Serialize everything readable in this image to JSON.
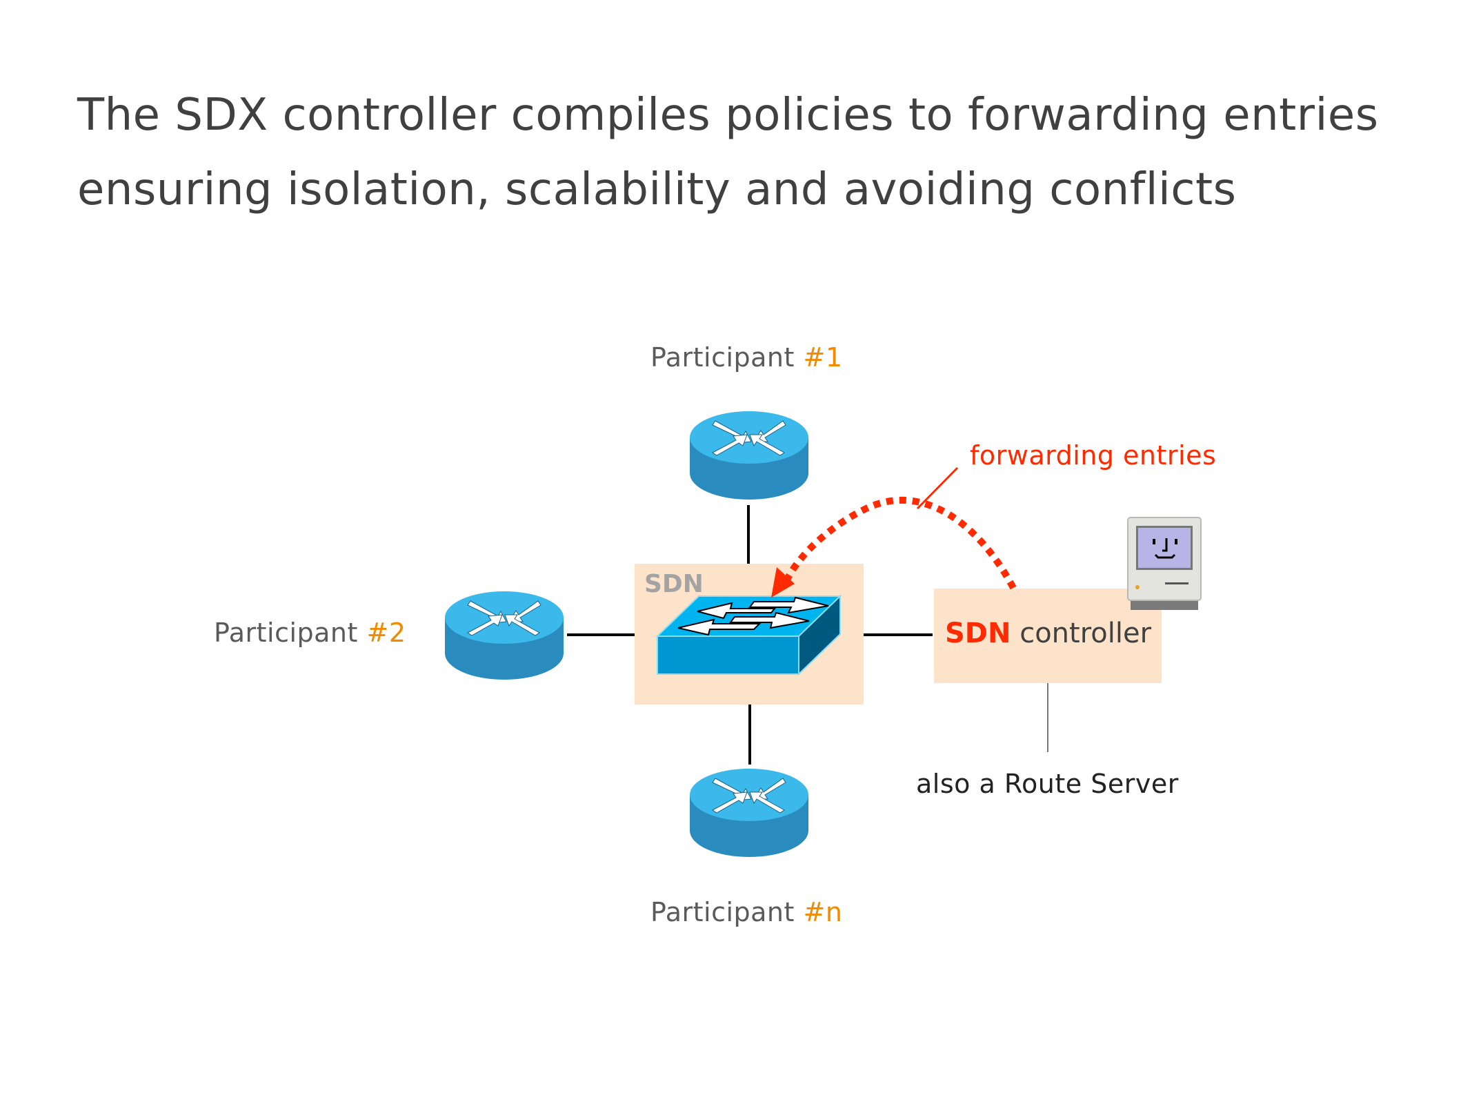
{
  "title": {
    "line1": "The SDX controller compiles policies to forwarding entries",
    "line2": "ensuring isolation, scalability and avoiding conflicts"
  },
  "participants": [
    {
      "prefix": "Participant ",
      "number": "#1"
    },
    {
      "prefix": "Participant ",
      "number": "#2"
    },
    {
      "prefix": "Participant ",
      "number": "#n"
    }
  ],
  "sdn_box": {
    "label": "SDN"
  },
  "controller": {
    "highlight": "SDN",
    "rest": " controller"
  },
  "annotation": {
    "forwarding": "forwarding entries",
    "route_server": "also a Route Server"
  },
  "icons": {
    "router": "router-icon",
    "switch": "switch-icon",
    "computer": "macintosh-computer-icon"
  },
  "colors": {
    "accent_red": "#ff2a00",
    "participant_number": "#f28a00",
    "box_fill": "#fde3c9",
    "router_top": "#3ab9ea",
    "router_side": "#2a8bbf",
    "switch_top": "#00b4f0",
    "switch_front": "#0096d2",
    "switch_side": "#005a80"
  }
}
